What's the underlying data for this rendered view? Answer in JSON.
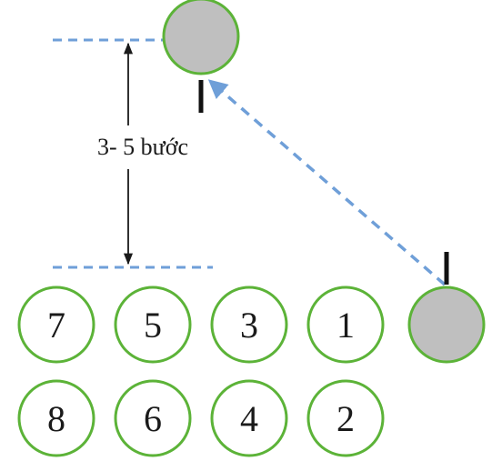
{
  "distance_label": "3- 5 bước",
  "numbered_positions": [
    {
      "label": "7"
    },
    {
      "label": "5"
    },
    {
      "label": "3"
    },
    {
      "label": "1"
    },
    {
      "label": "8"
    },
    {
      "label": "6"
    },
    {
      "label": "4"
    },
    {
      "label": "2"
    }
  ],
  "colors": {
    "circle_outline": "#5cb338",
    "marker_fill": "#bfbfbf",
    "dashed_line": "#6f9fd8",
    "arrow": "#6f9fd8",
    "text": "#1a1a1a"
  }
}
